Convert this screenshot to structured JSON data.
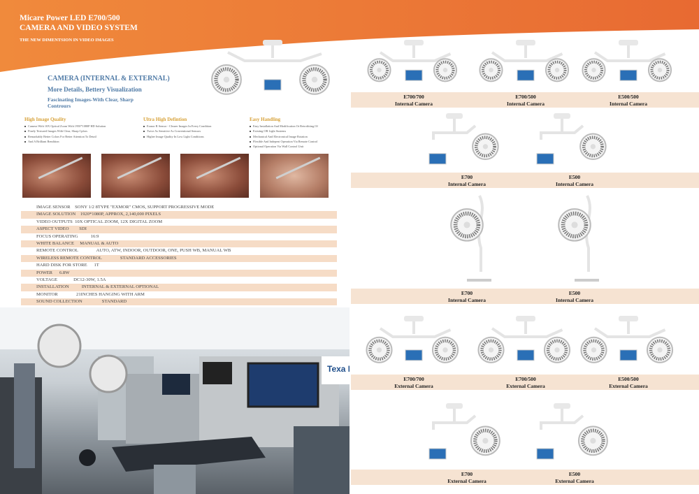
{
  "header": {
    "title_line1": "Micare Power LED E700/500",
    "title_line2": "CAMERA AND VIDEO SYSTEM",
    "tagline": "THE NEW DIMENTSION IN VIDEO IMAGES",
    "accent": "#ea7a3a"
  },
  "camera": {
    "heading": "CAMERA (INTERNAL & EXTERNAL)",
    "subheading": "More Details, Bettery Visualization",
    "tagline": "Fascinating Images-With Clear, Sharp Contrours"
  },
  "features": [
    {
      "title": "High Image Quality",
      "items": [
        "Camera With 10X Optical Zoom With 1950*1080P HD Solution",
        "Finely Textured Images With Clear, Sharp Cplors",
        "Remarkably Better Colors For Better Attention To Detail",
        "And A Brilliant Rendition"
      ]
    },
    {
      "title": "Ultra High Defintion",
      "items": [
        "Exmor R Sensor - Clearer Images In Every Condition",
        "Twice As Sensitive As Conventional Sensors",
        "Higher Image Quality In Low Light Conditions"
      ]
    },
    {
      "title": "Easy Handling",
      "items": [
        "Easy Installation And Modification Or Retrofitting Of",
        "Existing OR Light Sustems",
        "Mechanical And Electronical Image Rotation",
        "Flexible And Indepent Operation Via Remote Control",
        "Optional Operation Via Wall Control Unit"
      ]
    }
  ],
  "specs": [
    "IMAGE SENSOR    SONY 1/2 8TYPE \"EXMOR\" CMOS, SUPPORT PROGRESSIVE MODE",
    "IMAGE SOLUTION    1920*1080P, APPROX, 2,140,000 PIXELS",
    "VIDEO OUTPUTS  10X OPTICAL ZOOM, 12X DIGITAL ZOOM",
    "ASPECT VIDEO         SDI",
    "FOCUS OPERATING           16:9",
    "WHITE BALANCE     MANUAL & AUTO",
    "REMOTE CONTROL                AUTO, ATW, INDOOR, OUTDOOR, ONE, PUSH WB, MANUAL WB",
    "WIRELESS REMOTE CONTROL                STANDARD ACCESSORIES",
    "HARD DISK FOR STORE      1T",
    "POWER      6.8W",
    "VOLTAGE              DC12-30W, 1.5A",
    "INSTALLATION           INTERNAL & EXTERNAL OPTIONAL",
    "MONITOR                21INCHES HANGING WITH ARM",
    "SOUND COLLECTION                 STANDARD"
  ],
  "products": [
    {
      "rows": [
        {
          "model": "E700/700",
          "type": "Internal Camera",
          "lamp": "double"
        },
        {
          "model": "E700/500",
          "type": "Internal Camera",
          "lamp": "double"
        },
        {
          "model": "E500/500",
          "type": "Internal Camera",
          "lamp": "double"
        }
      ]
    },
    {
      "rows": [
        {
          "model": "E700",
          "type": "Internal Camera",
          "lamp": "single"
        },
        {
          "model": "E500",
          "type": "Internal Camera",
          "lamp": "single"
        }
      ]
    },
    {
      "rows": [
        {
          "model": "E700",
          "type": "Internal Camera",
          "lamp": "stand"
        },
        {
          "model": "E500",
          "type": "Internal Camera",
          "lamp": "stand"
        }
      ]
    },
    {
      "rows": [
        {
          "model": "E700/700",
          "type": "External Camera",
          "lamp": "double"
        },
        {
          "model": "E700/500",
          "type": "External Camera",
          "lamp": "double"
        },
        {
          "model": "E500/500",
          "type": "External Camera",
          "lamp": "double"
        }
      ]
    },
    {
      "rows": [
        {
          "model": "E700",
          "type": "External Camera",
          "lamp": "single"
        },
        {
          "model": "E500",
          "type": "External Camera",
          "lamp": "single"
        }
      ]
    }
  ],
  "or_photo": {
    "sign_text": "Texa Harris"
  }
}
